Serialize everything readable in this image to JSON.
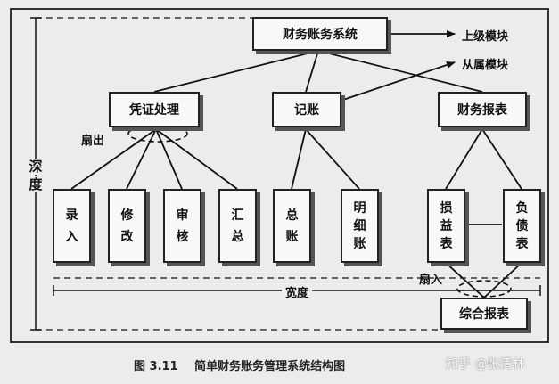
{
  "diagram": {
    "top": {
      "label": "财务账务系统"
    },
    "level2": [
      {
        "id": "voucher",
        "label": "凭证处理"
      },
      {
        "id": "ledger",
        "label": "记账"
      },
      {
        "id": "report",
        "label": "财务报表"
      }
    ],
    "leaves": [
      {
        "id": "entry",
        "chars": [
          "录",
          "入"
        ]
      },
      {
        "id": "modify",
        "chars": [
          "修",
          "改"
        ]
      },
      {
        "id": "audit",
        "chars": [
          "审",
          "核"
        ]
      },
      {
        "id": "summary",
        "chars": [
          "汇",
          "总"
        ]
      },
      {
        "id": "general",
        "chars": [
          "总",
          "账"
        ]
      },
      {
        "id": "detail",
        "chars": [
          "明",
          "细",
          "账"
        ]
      },
      {
        "id": "profit",
        "chars": [
          "损",
          "益",
          "表"
        ]
      },
      {
        "id": "liability",
        "chars": [
          "负",
          "债",
          "表"
        ]
      }
    ],
    "comprehensive": {
      "label": "综合报表"
    },
    "external": {
      "upper": "上级模块",
      "subordinate": "从属模块"
    },
    "annotations": {
      "fan_out": "扇出",
      "fan_in": "扇入",
      "width": "宽度",
      "depth_chars": [
        "深",
        "度"
      ]
    }
  },
  "caption": {
    "figure": "图 3.11",
    "title": "简单财务账务管理系统结构图"
  },
  "watermark": "知乎 @张清林"
}
